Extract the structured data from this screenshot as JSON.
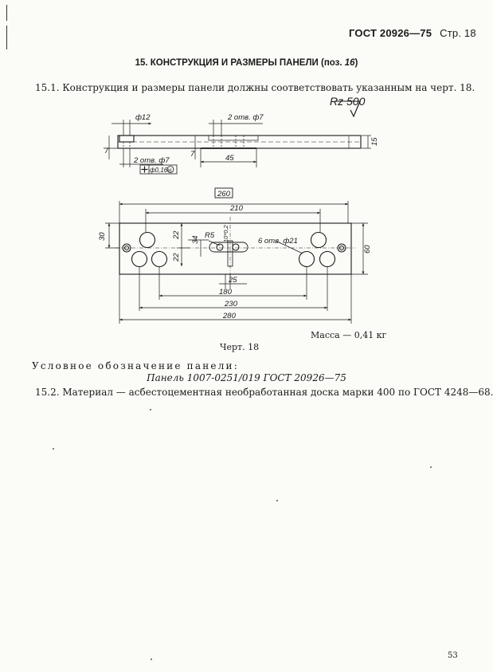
{
  "header": {
    "standard": "ГОСТ 20926—75",
    "page": "Стр. 18"
  },
  "section": {
    "title": "15. КОНСТРУКЦИЯ И РАЗМЕРЫ ПАНЕЛИ (поз. ",
    "ref": "16",
    "close": ")"
  },
  "para1": "15.1. Конструкция и размеры панели должны соответствовать указанным на черт. 18.",
  "roughness": "Rz 500",
  "drawing_top": {
    "dia12": "ф12",
    "holes_top": "2 отв. ф7",
    "holes_bottom": "2 отв. ф7",
    "tolerance": "ф0,16",
    "tol_mod": "М",
    "dim45": "45",
    "dim7a": "7",
    "dim7b": "7",
    "dim15": "15"
  },
  "drawing_plan": {
    "dim260": "260",
    "dim210": "210",
    "dim30": "30",
    "dim22a": "22",
    "dim22b": "22",
    "dim34": "34",
    "r5": "R5",
    "dim10": "10*0,2",
    "holes21": "6 отв. ф21",
    "dim60": "60",
    "dim25": "25",
    "dim180": "180",
    "dim230": "230",
    "dim280": "280"
  },
  "mass": "Масса — 0,41 кг",
  "figure": "Черт. 18",
  "designation": "Условное обозначение панели:",
  "panel_code": "Панель 1007-0251/019 ГОСТ 20926—75",
  "para2": "15.2. Материал — асбестоцементная необработанная доска марки 400 по ГОСТ 4248—68.",
  "page_number": "53"
}
